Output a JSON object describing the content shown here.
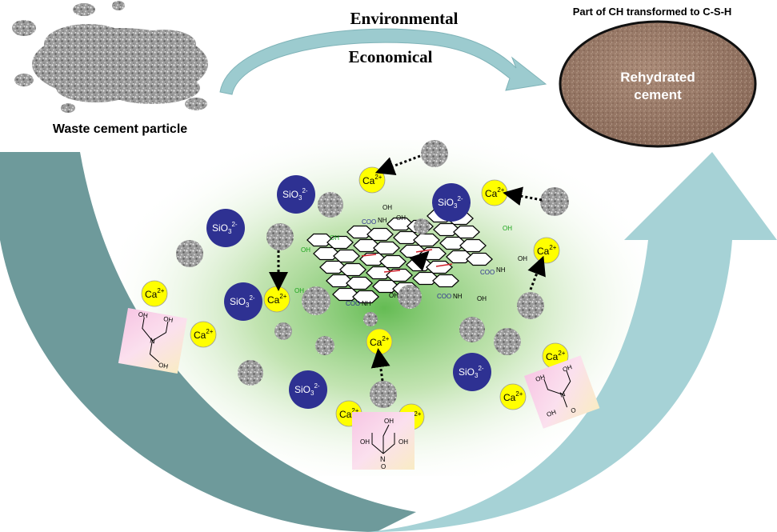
{
  "labels": {
    "waste": "Waste cement particle",
    "environmental": "Environmental",
    "economical": "Economical",
    "transform": "Part of CH transformed to C-S-H",
    "rehydrated_line1": "Rehydrated",
    "rehydrated_line2": "cement"
  },
  "species": {
    "silicate_base": "SiO",
    "silicate_sub": "3",
    "silicate_sup": "2-",
    "calcium_base": "Ca",
    "calcium_sup": "2+"
  },
  "chem": {
    "hydroxyl": "OH",
    "ester": "COO",
    "amine": "N",
    "oxygen": "O",
    "nh": "NH"
  },
  "colors": {
    "left_arrow": "#6e9a9b",
    "right_arrow": "#a6d2d6",
    "top_arrow": "#9ccbcf",
    "silicate": "#2e3192",
    "calcium": "#ffff00",
    "rehydrated": "#9b7c6b",
    "glow": "#5cb84a",
    "tea_pink": "#f4b6d8"
  }
}
